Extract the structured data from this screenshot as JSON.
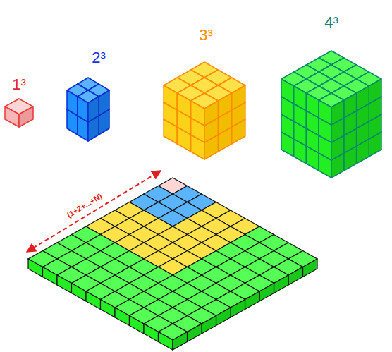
{
  "diagram": {
    "labels": [
      "1³",
      "2³",
      "3³",
      "4³",
      "(1+2+...+N)"
    ]
  }
}
